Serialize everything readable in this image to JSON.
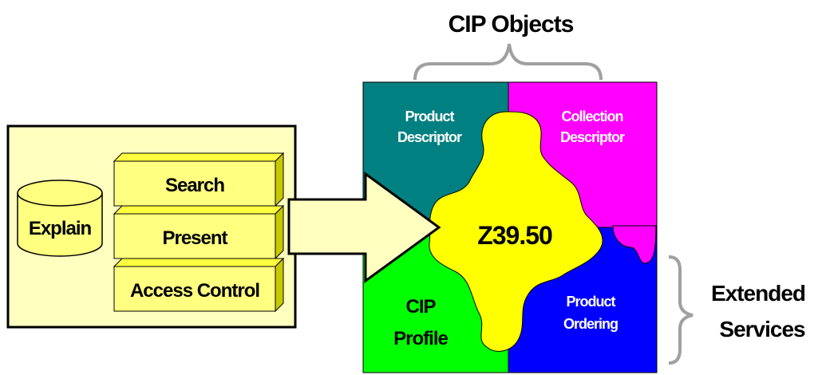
{
  "header": {
    "cip_objects_label": "CIP Objects"
  },
  "left_panel": {
    "explain_label": "Explain",
    "services": [
      {
        "label": "Search"
      },
      {
        "label": "Present"
      },
      {
        "label": "Access Control"
      }
    ]
  },
  "puzzle": {
    "center_label": "Z39.50",
    "product_descriptor": [
      "Product",
      "Descriptor"
    ],
    "collection_descriptor": [
      "Collection",
      "Descriptor"
    ],
    "cip_profile": [
      "CIP",
      "Profile"
    ],
    "product_ordering": [
      "Product",
      "Ordering"
    ]
  },
  "extended_services_label": [
    "Extended",
    "Services"
  ],
  "colors": {
    "panel_fill": "#FFFFC0",
    "service_box_front": "#FFFF80",
    "service_box_top": "#FFFF40",
    "service_box_side": "#C8C800",
    "product_descriptor": "#008080",
    "collection_descriptor": "#FF00FF",
    "cip_profile": "#00FF00",
    "product_ordering": "#0000FF",
    "center_piece": "#FFFF00",
    "bracket": "#A0A0A0"
  }
}
